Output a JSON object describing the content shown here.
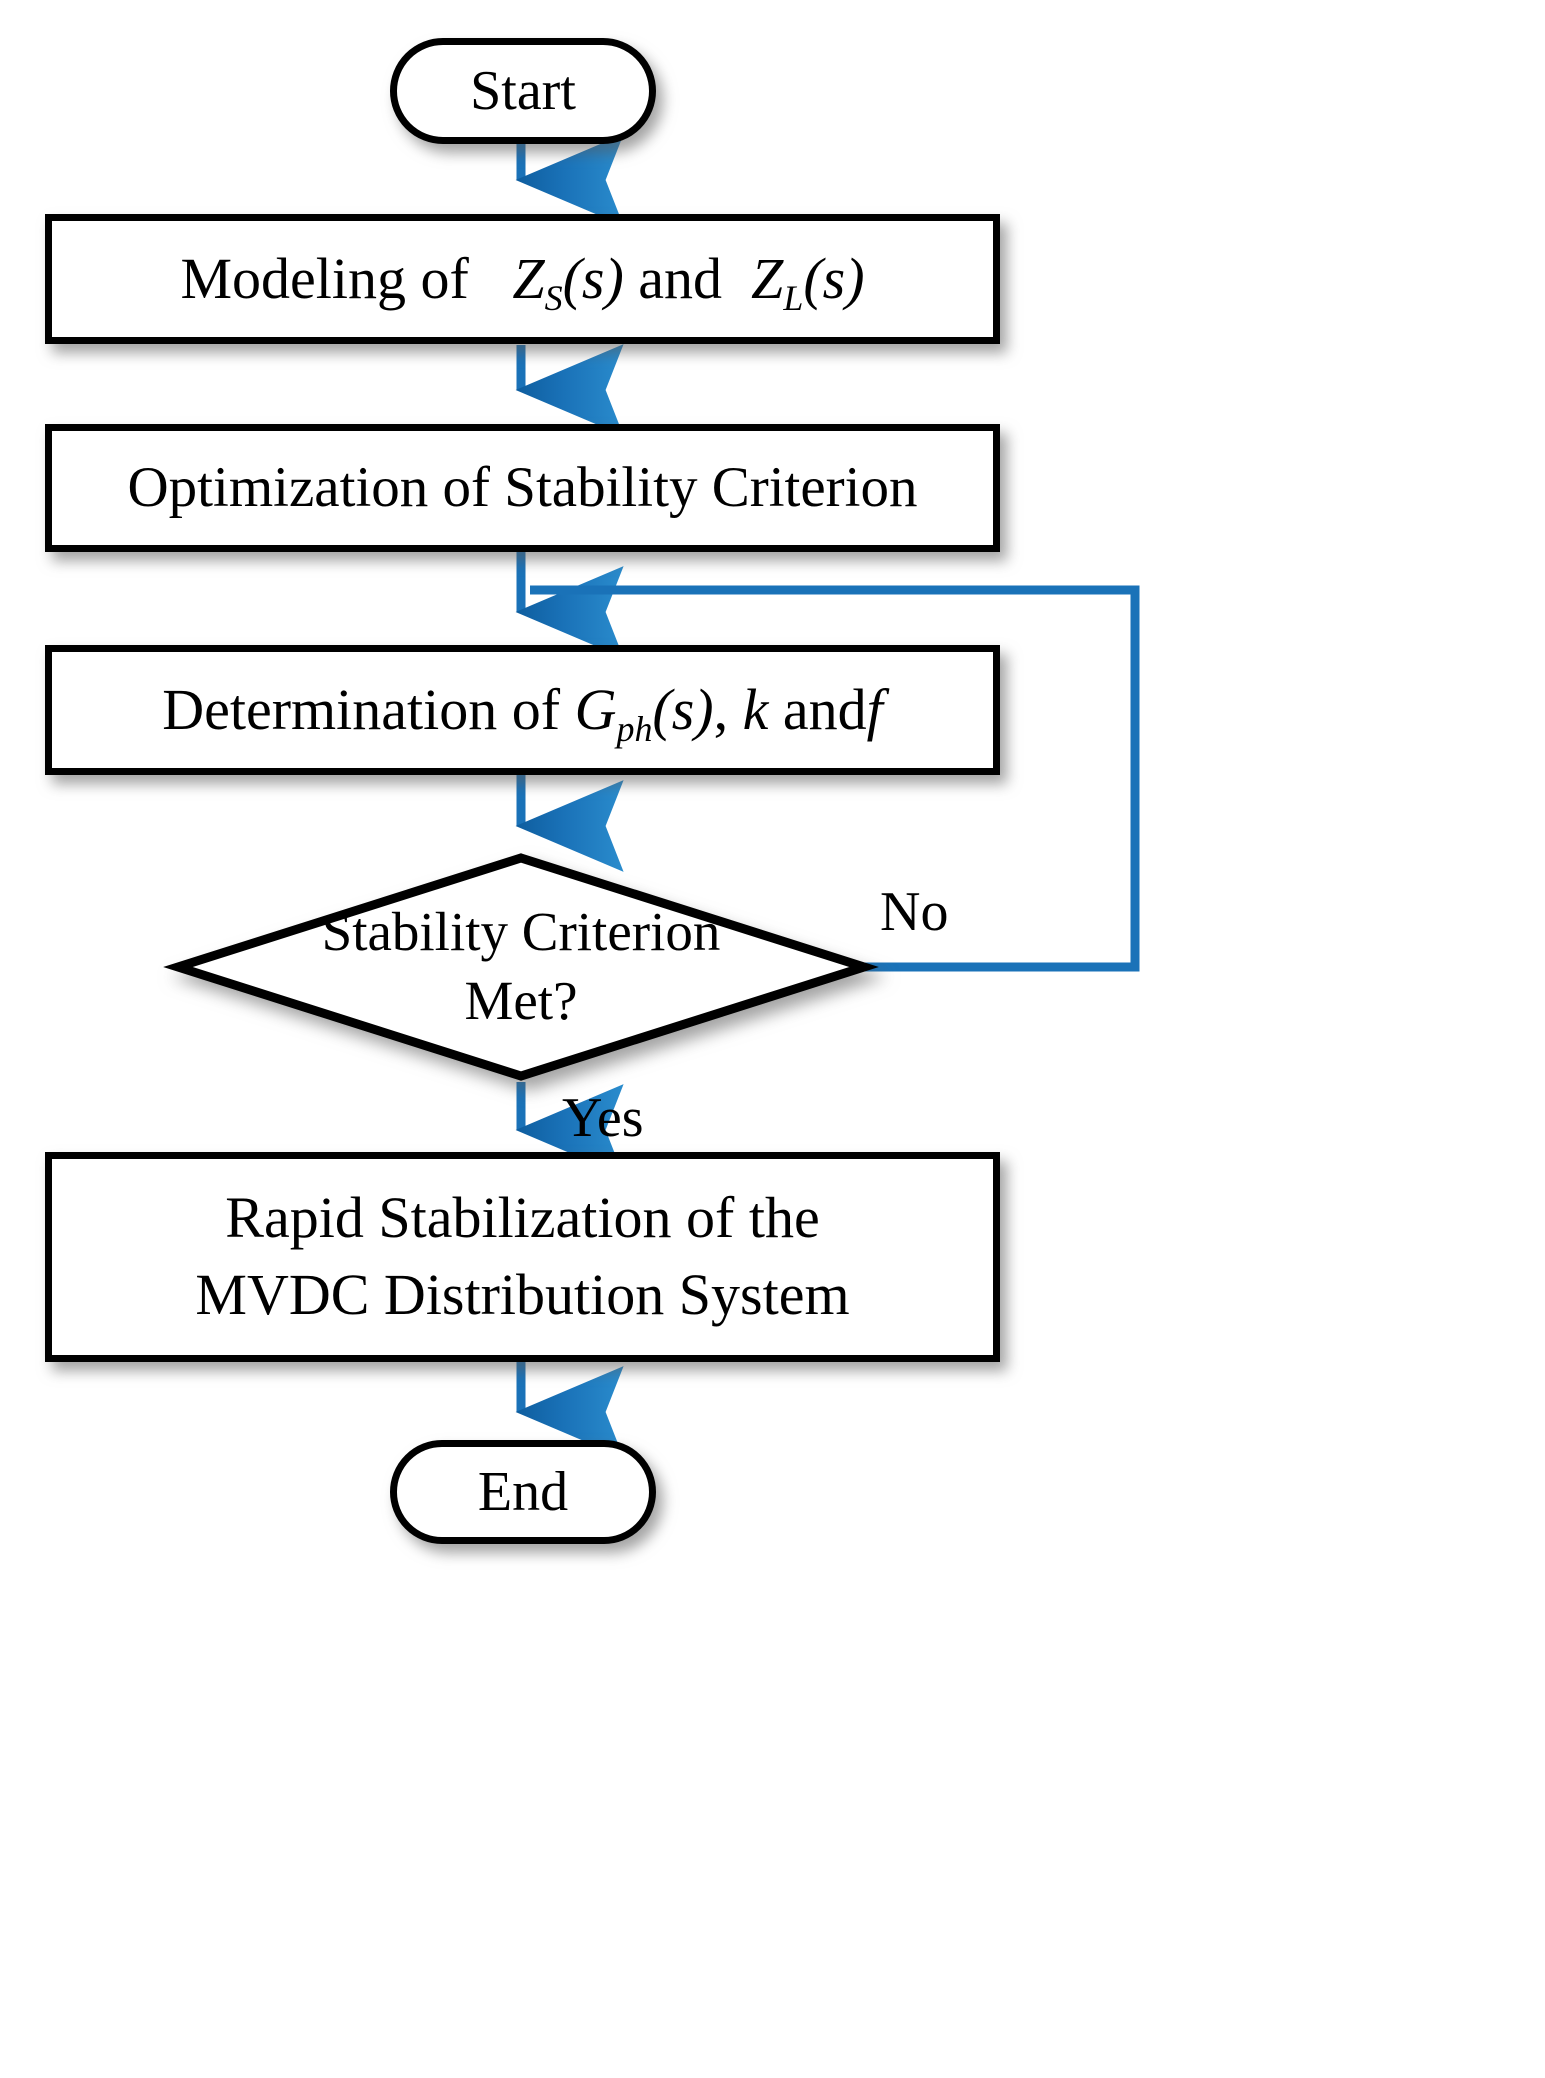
{
  "diagram": {
    "title": "Control design flowchart for MVDC distribution system stabilization",
    "type": "flowchart",
    "colors": {
      "node_border": "#000000",
      "node_fill": "#ffffff",
      "connector": "#1a72b8",
      "shadow": "#8a8a8a",
      "text": "#000000"
    },
    "nodes": [
      {
        "id": "start",
        "shape": "terminator",
        "label": "Start"
      },
      {
        "id": "model",
        "shape": "process",
        "label_prefix": "Modeling of",
        "label_math_1": "Z",
        "label_sub_1": "S",
        "label_arg_1": "(s)",
        "label_mid": "and",
        "label_math_2": "Z",
        "label_sub_2": "L",
        "label_arg_2": "(s)"
      },
      {
        "id": "optim",
        "shape": "process",
        "label": "Optimization of Stability Criterion"
      },
      {
        "id": "determ",
        "shape": "process",
        "label_prefix": "Determination of",
        "label_math_1": "G",
        "label_sub_1": "ph",
        "label_arg_1": "(s)",
        "label_comma": ",",
        "label_k": "k",
        "label_and": "and",
        "label_f": "f"
      },
      {
        "id": "decide",
        "shape": "decision",
        "label_line1": "Stability Criterion",
        "label_line2": "Met?"
      },
      {
        "id": "rapid",
        "shape": "process",
        "label_line1": "Rapid Stabilization of the",
        "label_line2": "MVDC Distribution System"
      },
      {
        "id": "end",
        "shape": "terminator",
        "label": "End"
      }
    ],
    "edges": [
      {
        "from": "start",
        "to": "model",
        "label": ""
      },
      {
        "from": "model",
        "to": "optim",
        "label": ""
      },
      {
        "from": "optim",
        "to": "determ",
        "label": ""
      },
      {
        "from": "determ",
        "to": "decide",
        "label": ""
      },
      {
        "from": "decide",
        "to": "rapid",
        "label": "Yes"
      },
      {
        "from": "decide",
        "to": "determ",
        "label": "No"
      },
      {
        "from": "rapid",
        "to": "end",
        "label": ""
      }
    ],
    "labels": {
      "no": "No",
      "yes": "Yes"
    }
  }
}
